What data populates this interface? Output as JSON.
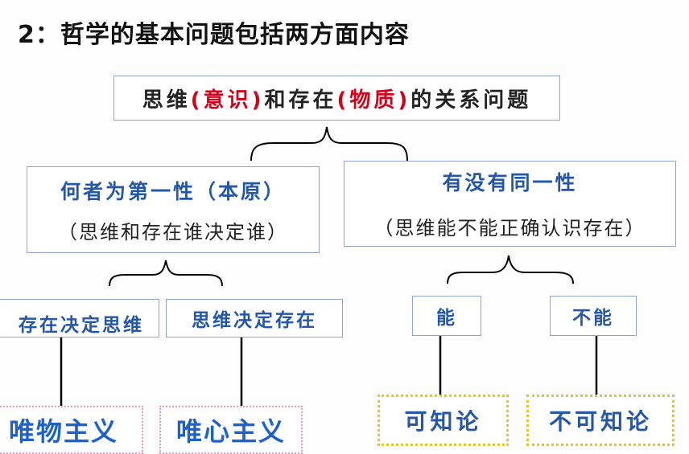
{
  "title": "2：哲学的基本问题包括两方面内容",
  "root": {
    "part1": "思维",
    "part2": "(意识)",
    "part3": "和存在",
    "part4": "(物质)",
    "part5": "的关系问题"
  },
  "left_branch": {
    "main": "何者为第一性（本原）",
    "sub": "（思维和存在谁决定谁）",
    "children": [
      {
        "label": "存在决定思维",
        "result": "唯物主义"
      },
      {
        "label": "思维决定存在",
        "result": "唯心主义"
      }
    ]
  },
  "right_branch": {
    "main": "有没有同一性",
    "sub": "（思维能不能正确认识存在）",
    "children": [
      {
        "label": "能",
        "result": "可知论"
      },
      {
        "label": "不能",
        "result": "不可知论"
      }
    ]
  },
  "colors": {
    "accent_red": "#d0021b",
    "accent_blue": "#2457a4",
    "box_border": "#8fa3d6",
    "pink_dotted": "#e89ab8",
    "gold_dotted": "#e0c23a"
  }
}
